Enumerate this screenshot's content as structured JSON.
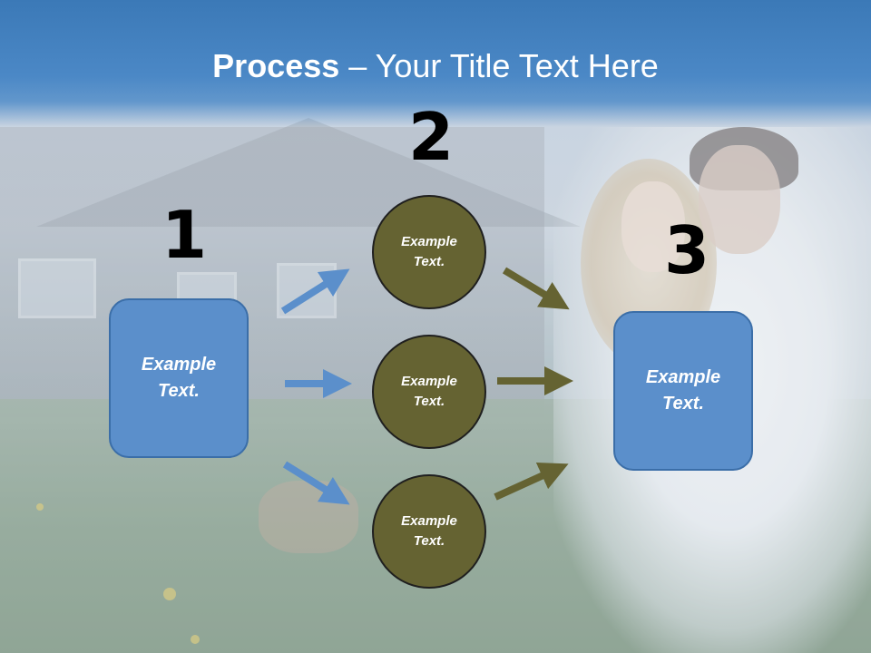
{
  "title": {
    "bold": "Process",
    "rest": " – Your Title Text Here"
  },
  "steps": {
    "one": "1",
    "two": "2",
    "three": "3"
  },
  "left_box": {
    "line1": "Example",
    "line2": "Text."
  },
  "right_box": {
    "line1": "Example",
    "line2": "Text."
  },
  "circles": [
    {
      "line1": "Example",
      "line2": "Text."
    },
    {
      "line1": "Example",
      "line2": "Text."
    },
    {
      "line1": "Example",
      "line2": "Text."
    }
  ],
  "colors": {
    "title_bar": "#3b79b7",
    "box_fill": "#5b8fcb",
    "circle_fill": "#656332",
    "blue_arrow": "#5b8fcb",
    "olive_arrow": "#656332"
  }
}
